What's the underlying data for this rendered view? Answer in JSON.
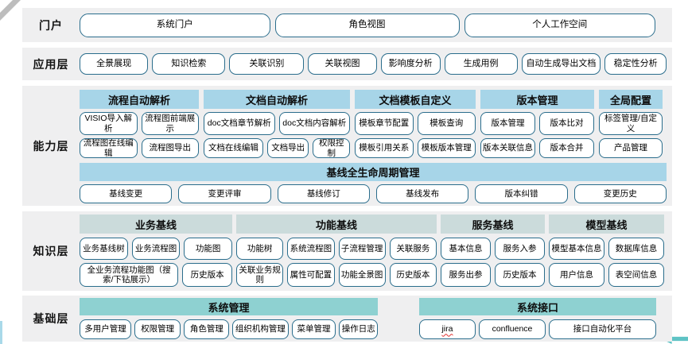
{
  "colors": {
    "band_background": "#efeff0",
    "box_border": "#2a6d8c",
    "capability_header": "#a7d5e8",
    "knowledge_header": "#cbdbdb",
    "foundation_header": "#8ed1d1",
    "arrow_accent": "#5fc3c5",
    "spellcheck_underline": "#e03030"
  },
  "portal": {
    "label": "门户",
    "boxes": [
      "系统门户",
      "角色视图",
      "个人工作空间"
    ]
  },
  "application": {
    "label": "应用层",
    "boxes": [
      "全景展现",
      "知识检索",
      "关联识别",
      "关联视图",
      "影响度分析",
      "生成用例",
      "自动生成导出文档",
      "稳定性分析"
    ]
  },
  "capability": {
    "label": "能力层",
    "groups": [
      {
        "title": "流程自动解析",
        "rows": [
          [
            "VISIO导入解析",
            "流程图前端展示"
          ],
          [
            "流程图在线编辑",
            "流程图导出"
          ]
        ]
      },
      {
        "title": "文档自动解析",
        "rows": [
          [
            "doc文档章节解析",
            "doc文档内容解析"
          ],
          [
            "文档在线编辑",
            "文档导出",
            "权限控制"
          ]
        ]
      },
      {
        "title": "文档模板自定义",
        "rows": [
          [
            "模板章节配置",
            "模板查询"
          ],
          [
            "模板引用关系",
            "模板版本管理"
          ]
        ]
      },
      {
        "title": "版本管理",
        "rows": [
          [
            "版本管理",
            "版本比对"
          ],
          [
            "版本关联信息",
            "版本合并"
          ]
        ]
      },
      {
        "title": "全局配置",
        "rows": [
          [
            "标签管理/自定义"
          ],
          [
            "产品管理"
          ]
        ]
      }
    ],
    "baseline": {
      "title": "基线全生命周期管理",
      "boxes": [
        "基线变更",
        "变更评审",
        "基线修订",
        "基线发布",
        "版本纠错",
        "变更历史"
      ]
    }
  },
  "knowledge": {
    "label": "知识层",
    "groups": [
      {
        "title": "业务基线",
        "rows": [
          [
            "业务基线树",
            "业务流程图",
            "功能图"
          ],
          [
            "全业务流程功能图（搜索/下钻展示）",
            "历史版本"
          ]
        ]
      },
      {
        "title": "功能基线",
        "rows": [
          [
            "功能树",
            "系统流程图",
            "子流程管理",
            "关联服务"
          ],
          [
            "关联业务规则",
            "属性可配置",
            "功能全景图",
            "历史版本"
          ]
        ]
      },
      {
        "title": "服务基线",
        "rows": [
          [
            "基本信息",
            "服务入参"
          ],
          [
            "服务出参",
            "历史版本"
          ]
        ]
      },
      {
        "title": "模型基线",
        "rows": [
          [
            "模型基本信息",
            "数据库信息"
          ],
          [
            "用户信息",
            "表空间信息"
          ]
        ]
      }
    ]
  },
  "foundation": {
    "label": "基础层",
    "groups": [
      {
        "title": "系统管理",
        "boxes": [
          "多用户管理",
          "权限管理",
          "角色管理",
          "组织机构管理",
          "菜单管理",
          "操作日志"
        ]
      },
      {
        "title": "系统接口",
        "boxes": [
          "jira",
          "confluence",
          "接口自动化平台"
        ]
      }
    ]
  }
}
